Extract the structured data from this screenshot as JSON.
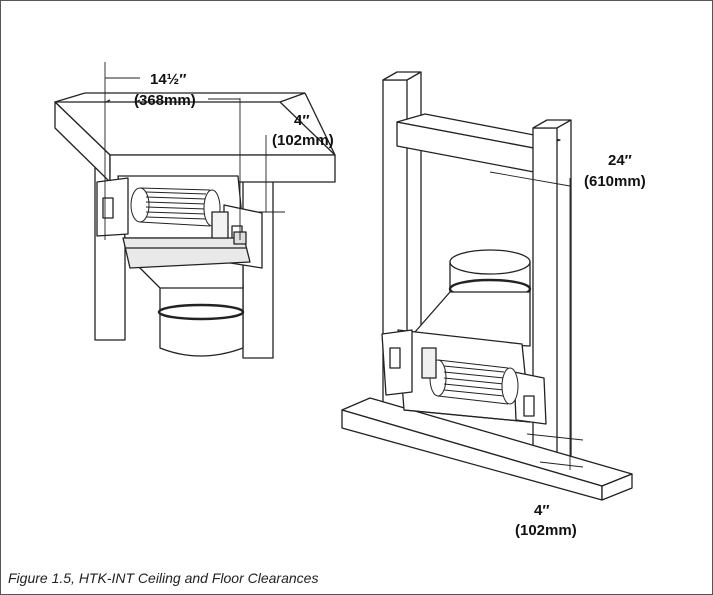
{
  "ceiling": {
    "width_in": "14½″",
    "width_mm": "(368mm)",
    "clear_in": "4″",
    "clear_mm": "(102mm)"
  },
  "floor": {
    "height_in": "24″",
    "height_mm": "(610mm)",
    "clear_in": "4″",
    "clear_mm": "(102mm)"
  },
  "caption": "Figure 1.5, HTK-INT Ceiling and Floor Clearances"
}
